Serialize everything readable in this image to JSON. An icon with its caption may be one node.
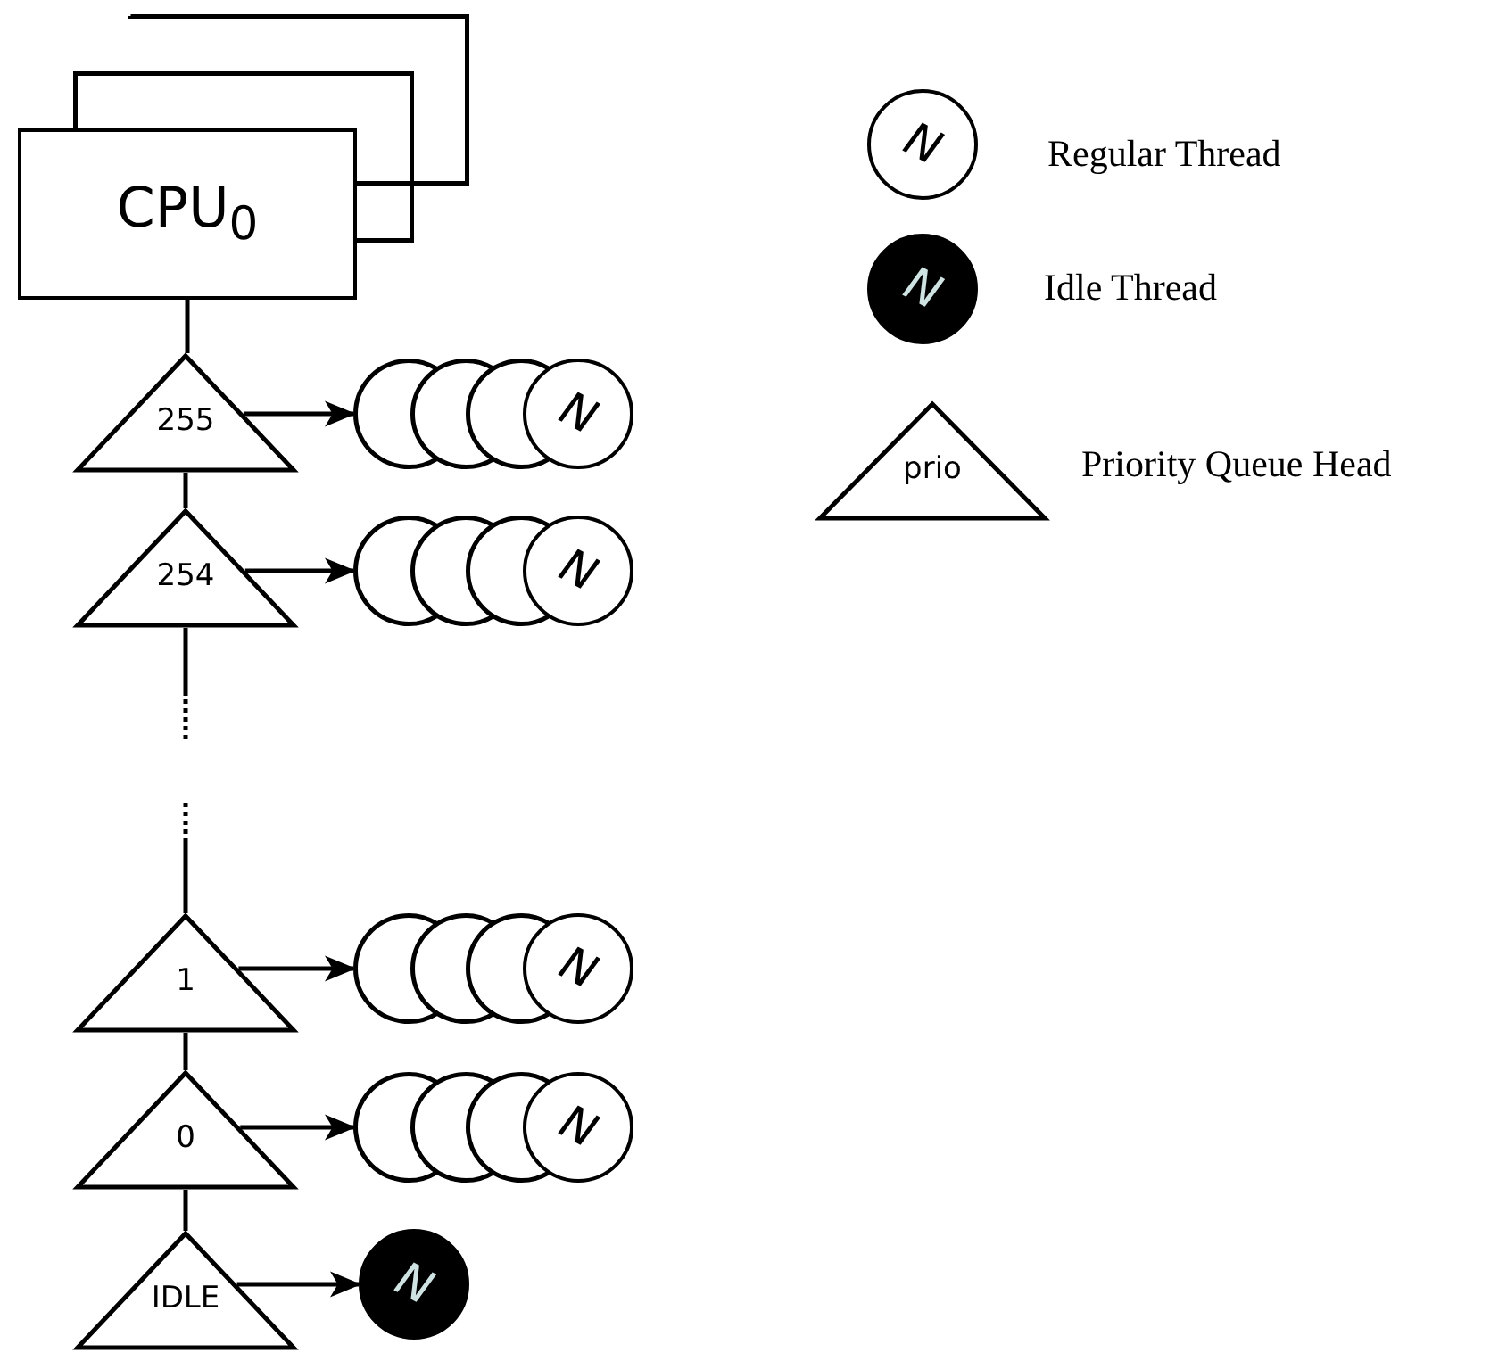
{
  "diagram": {
    "nodes": [
      {
        "text": [
          "CPU$_{0}$"
        ]
      },
      {
        "text": [
          "255"
        ]
      },
      {
        "text": [],
        "shape": "circle"
      },
      {
        "text": [],
        "shape": "circle"
      },
      {
        "text": [],
        "shape": "circle"
      },
      {
        "text": [
          "N"
        ]
      },
      {
        "text": [
          "254"
        ]
      },
      {
        "text": [],
        "shape": "circle"
      },
      {
        "text": [],
        "shape": "circle"
      },
      {
        "text": [],
        "shape": "circle"
      },
      {
        "text": [
          "N"
        ]
      },
      {
        "text": [
          "1"
        ]
      },
      {
        "text": [],
        "shape": "circle"
      },
      {
        "text": [],
        "shape": "circle"
      },
      {
        "text": [],
        "shape": "circle"
      },
      {
        "text": [
          "N"
        ]
      },
      {
        "text": [
          "0"
        ]
      },
      {
        "text": [],
        "shape": "circle"
      },
      {
        "text": [],
        "shape": "circle"
      },
      {
        "text": [],
        "shape": "circle"
      },
      {
        "text": [
          "N"
        ]
      },
      {
        "text": [
          "IDLE"
        ]
      },
      {
        "text": [
          "N"
        ]
      },
      {
        "text": [
          "N"
        ],
        "beside": [
          "Regular Thread"
        ]
      },
      {
        "text": [
          "N"
        ],
        "beside": [
          "Idle Thread"
        ]
      },
      {
        "text": [
          "prio"
        ],
        "beside": [
          "Priority Queue Head"
        ]
      },
      {
        "text": [],
        "shape": "box"
      },
      {
        "text": [],
        "shape": "box"
      }
    ],
    "edges": [
      {
        "from": 0,
        "to": 1,
        "arrow": "none"
      },
      {
        "from": 1,
        "to": 2,
        "arrow": "to"
      },
      {
        "from": 1,
        "to": 6,
        "arrow": "none"
      },
      {
        "from": 6,
        "to": 7,
        "arrow": "to"
      },
      {
        "from": 6,
        "to": 11,
        "arrow": "none",
        "style": "dashed"
      },
      {
        "from": 11,
        "to": 12,
        "arrow": "to"
      },
      {
        "from": 11,
        "to": 16,
        "arrow": "none"
      },
      {
        "from": 16,
        "to": 17,
        "arrow": "to"
      },
      {
        "from": 16,
        "to": 21,
        "arrow": "none"
      },
      {
        "from": 21,
        "to": 22,
        "arrow": "to"
      }
    ]
  }
}
